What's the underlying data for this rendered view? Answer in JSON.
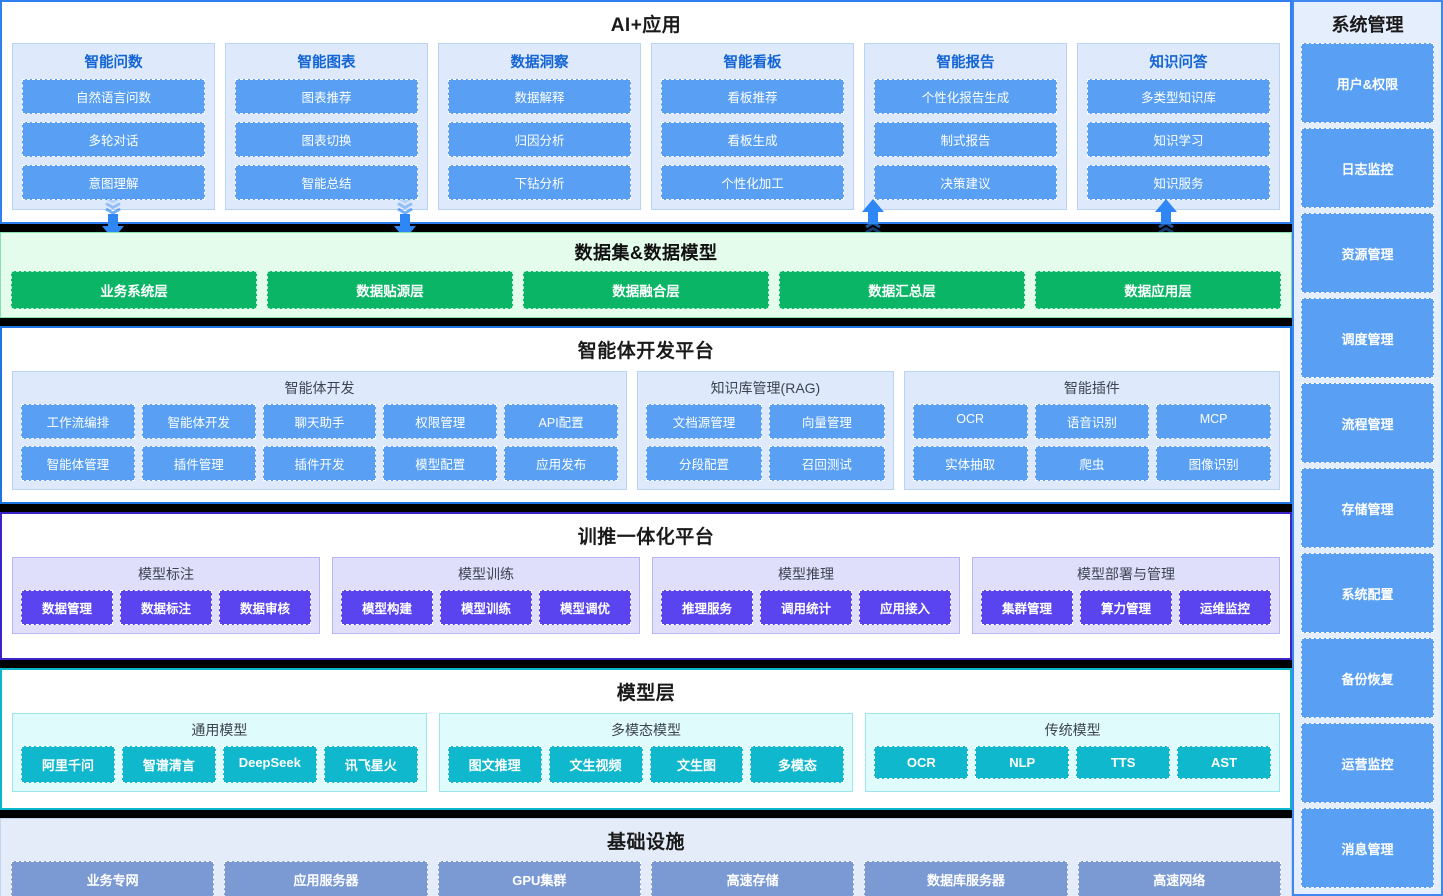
{
  "colors": {
    "app_accent": "#59a0f5",
    "data_accent": "#0ab665",
    "agent_border": "#1e74e0",
    "train_accent": "#5a44f0",
    "model_accent": "#0fb8cd",
    "infra_accent": "#7b9ad4",
    "separator": "#000000"
  },
  "app_layer": {
    "title": "AI+应用",
    "cards": [
      {
        "title": "智能问数",
        "items": [
          "自然语言问数",
          "多轮对话",
          "意图理解"
        ]
      },
      {
        "title": "智能图表",
        "items": [
          "图表推荐",
          "图表切换",
          "智能总结"
        ]
      },
      {
        "title": "数据洞察",
        "items": [
          "数据解释",
          "归因分析",
          "下钻分析"
        ]
      },
      {
        "title": "智能看板",
        "items": [
          "看板推荐",
          "看板生成",
          "个性化加工"
        ]
      },
      {
        "title": "智能报告",
        "items": [
          "个性化报告生成",
          "制式报告",
          "决策建议"
        ]
      },
      {
        "title": "知识问答",
        "items": [
          "多类型知识库",
          "知识学习",
          "知识服务"
        ]
      }
    ],
    "arrows": [
      {
        "name": "arrow-down-1",
        "direction": "down",
        "x_pct": 8.6
      },
      {
        "name": "arrow-down-2",
        "direction": "down",
        "x_pct": 31.3
      },
      {
        "name": "arrow-up-1",
        "direction": "up",
        "x_pct": 67.6
      },
      {
        "name": "arrow-up-2",
        "direction": "up",
        "x_pct": 90.4
      }
    ]
  },
  "data_layer": {
    "title": "数据集&数据模型",
    "items": [
      "业务系统层",
      "数据贴源层",
      "数据融合层",
      "数据汇总层",
      "数据应用层"
    ]
  },
  "agent_layer": {
    "title": "智能体开发平台",
    "groups": [
      {
        "title": "智能体开发",
        "flex": 5,
        "cols": 5,
        "items": [
          "工作流编排",
          "智能体开发",
          "聊天助手",
          "权限管理",
          "API配置",
          "智能体管理",
          "插件管理",
          "插件开发",
          "模型配置",
          "应用发布"
        ]
      },
      {
        "title": "知识库管理(RAG)",
        "flex": 2,
        "cols": 2,
        "items": [
          "文档源管理",
          "向量管理",
          "分段配置",
          "召回测试"
        ]
      },
      {
        "title": "智能插件",
        "flex": 3,
        "cols": 3,
        "items": [
          "OCR",
          "语音识别",
          "MCP",
          "实体抽取",
          "爬虫",
          "图像识别"
        ]
      }
    ]
  },
  "train_layer": {
    "title": "训推一体化平台",
    "groups": [
      {
        "title": "模型标注",
        "items": [
          "数据管理",
          "数据标注",
          "数据审核"
        ]
      },
      {
        "title": "模型训练",
        "items": [
          "模型构建",
          "模型训练",
          "模型调优"
        ]
      },
      {
        "title": "模型推理",
        "items": [
          "推理服务",
          "调用统计",
          "应用接入"
        ]
      },
      {
        "title": "模型部署与管理",
        "items": [
          "集群管理",
          "算力管理",
          "运维监控"
        ]
      }
    ]
  },
  "model_layer": {
    "title": "模型层",
    "groups": [
      {
        "title": "通用模型",
        "flex": 4,
        "items": [
          "阿里千问",
          "智谱清言",
          "DeepSeek",
          "讯飞星火"
        ]
      },
      {
        "title": "多模态模型",
        "flex": 4,
        "items": [
          "图文推理",
          "文生视频",
          "文生图",
          "多模态"
        ]
      },
      {
        "title": "传统模型",
        "flex": 4,
        "items": [
          "OCR",
          "NLP",
          "TTS",
          "AST"
        ]
      }
    ]
  },
  "infra_layer": {
    "title": "基础设施",
    "items": [
      "业务专网",
      "应用服务器",
      "GPU集群",
      "高速存储",
      "数据库服务器",
      "高速网络"
    ]
  },
  "sidebar": {
    "title": "系统管理",
    "items": [
      "用户&权限",
      "日志监控",
      "资源管理",
      "调度管理",
      "流程管理",
      "存储管理",
      "系统配置",
      "备份恢复",
      "运营监控",
      "消息管理"
    ]
  }
}
